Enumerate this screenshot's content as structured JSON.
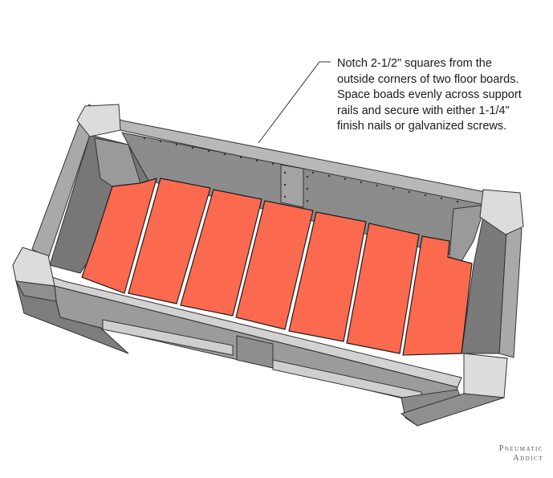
{
  "annotation": {
    "text": "Notch 2-1/2\" squares from the\noutside corners of two floor boards.\nSpace boads evenly across support\nrails and secure with either 1-1/4\"\nfinish nails or galvanized screws."
  },
  "brand": {
    "line1": "Pneumatic",
    "line2": "Addict"
  },
  "colors": {
    "floor_board": "#fb6a4f",
    "board_outline": "#1e1e1e",
    "frame_light": "#c2c2c2",
    "frame_mid": "#9e9e9e",
    "frame_dark": "#6e6e6e",
    "post_top": "#dcdcdc",
    "background": "#ffffff"
  },
  "floor_boards": [
    {
      "id": 1,
      "notched": "left"
    },
    {
      "id": 2
    },
    {
      "id": 3
    },
    {
      "id": 4
    },
    {
      "id": 5
    },
    {
      "id": 6
    },
    {
      "id": 7,
      "notched": "right"
    }
  ]
}
